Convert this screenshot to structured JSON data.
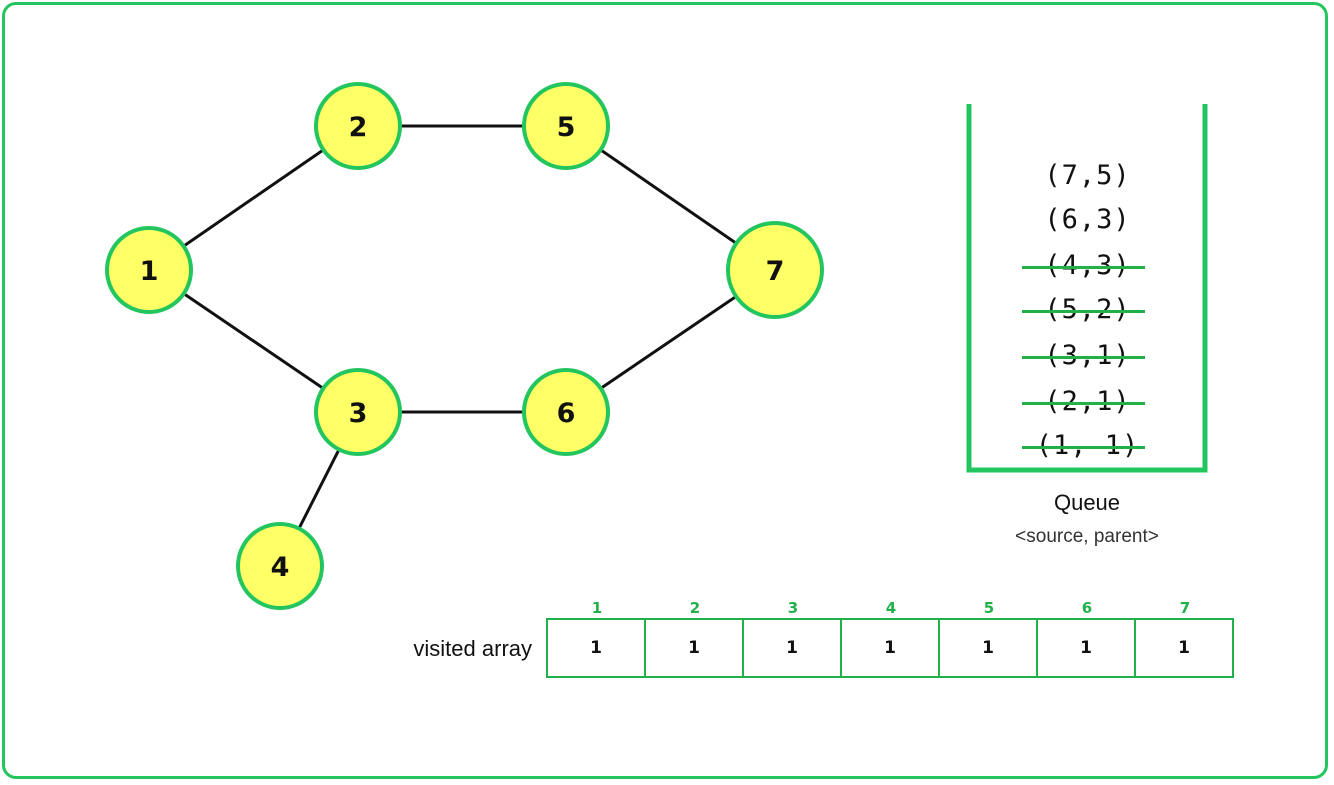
{
  "graph": {
    "nodes": [
      {
        "id": "1",
        "label": "1"
      },
      {
        "id": "2",
        "label": "2"
      },
      {
        "id": "3",
        "label": "3"
      },
      {
        "id": "4",
        "label": "4"
      },
      {
        "id": "5",
        "label": "5"
      },
      {
        "id": "6",
        "label": "6"
      },
      {
        "id": "7",
        "label": "7"
      }
    ],
    "edges": [
      [
        "1",
        "2"
      ],
      [
        "1",
        "3"
      ],
      [
        "2",
        "5"
      ],
      [
        "3",
        "6"
      ],
      [
        "3",
        "4"
      ],
      [
        "5",
        "7"
      ],
      [
        "6",
        "7"
      ]
    ]
  },
  "queue": {
    "caption": "Queue",
    "subcaption": "<source, parent>",
    "entries_top_to_bottom": [
      {
        "text": "(7,5)",
        "processed": false
      },
      {
        "text": "(6,3)",
        "processed": false
      },
      {
        "text": "(4,3)",
        "processed": true
      },
      {
        "text": "(5,2)",
        "processed": true
      },
      {
        "text": "(3,1)",
        "processed": true
      },
      {
        "text": "(2,1)",
        "processed": true
      },
      {
        "text": "(1, 1)",
        "processed": true
      }
    ]
  },
  "visited": {
    "label": "visited array",
    "indices": [
      "1",
      "2",
      "3",
      "4",
      "5",
      "6",
      "7"
    ],
    "values": [
      "1",
      "1",
      "1",
      "1",
      "1",
      "1",
      "1"
    ]
  },
  "colors": {
    "accent": "#22b04a",
    "node_fill": "#ffff66",
    "node_stroke": "#22c55e",
    "edge": "#111111"
  }
}
